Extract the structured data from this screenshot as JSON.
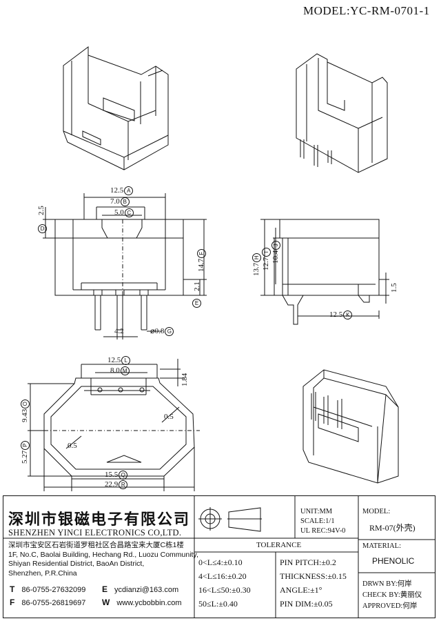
{
  "model_line": "MODEL:YC-RM-0701-1",
  "dims": {
    "a": "12.5",
    "b": "7.0",
    "c": "5.0",
    "d": "2.5",
    "f": "14.7",
    "e": "2.1",
    "pitch": "4.2",
    "pin": "⌀0.8",
    "h": "13.7",
    "i": "12.7",
    "j": "10.4",
    "k": "12.5",
    "side_small": "1.5",
    "l": "12.5",
    "m": "8.0",
    "top_small": "1.84",
    "o": "9.43",
    "p": "5.27",
    "r1": "0.5",
    "r2": "0.5",
    "q": "15.5",
    "r": "22.9"
  },
  "letters": {
    "a": "A",
    "b": "B",
    "c": "C",
    "d": "D",
    "e": "E",
    "f": "F",
    "g": "G",
    "h": "H",
    "i": "I",
    "j": "J",
    "k": "K",
    "l": "L",
    "m": "M",
    "o": "O",
    "p": "P",
    "q": "Q",
    "r": "R"
  },
  "company": {
    "cn_name": "深圳市银磁电子有限公司",
    "en_name": "SHENZHEN YINCI ELECTRONICS CO,LTD.",
    "address_cn": "深圳市宝安区石岩街道罗租社区合昌路宝来大厦C栋1楼",
    "address_en_1": "1F, No.C, Baolai Building, Hechang Rd., Luozu Community,",
    "address_en_2": "Shiyan Residential District, BaoAn District,",
    "address_en_3": "Shenzhen, P.R.China",
    "t_label": "T",
    "t_value": "86-0755-27632099",
    "f_label": "F",
    "f_value": "86-0755-26819697",
    "e_label": "E",
    "e_value": "ycdianzi@163.com",
    "w_label": "W",
    "w_value": "www.ycbobbin.com"
  },
  "specs": {
    "unit": "UNIT:MM",
    "scale": "SCALE:1/1",
    "ul": "UL REC:94V-0",
    "model_label": "MODEL:",
    "model_value": "RM-07(外壳)",
    "material_label": "MATERIAL:",
    "material_value": "PHENOLIC",
    "drawn": "DRWN BY:何岸",
    "check": "CHECK BY:黄丽仪",
    "approved": "APPROVED:何岸"
  },
  "tolerance": {
    "title": "TOLERANCE",
    "t1": "0<L≤4:±0.10",
    "t2": "4<L≤16:±0.20",
    "t3": "16<L≤50:±0.30",
    "t4": "50≤L:±0.40",
    "p1": "PIN PITCH:±0.2",
    "p2": "THICKNESS:±0.15",
    "p3": "ANGLE:±1°",
    "p4": "PIN DIM:±0.05"
  }
}
